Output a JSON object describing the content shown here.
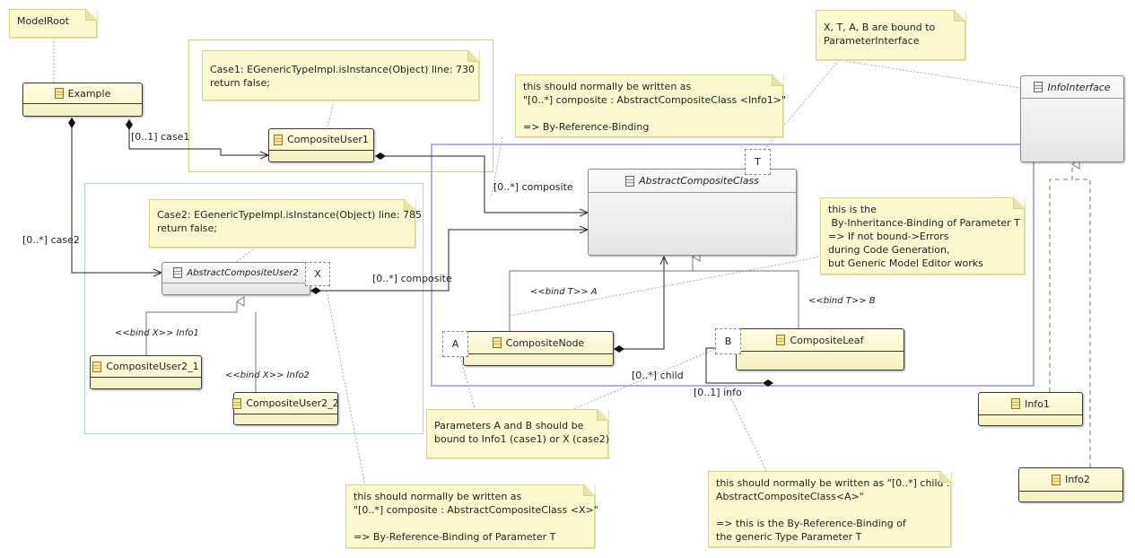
{
  "notes": {
    "model_root": "ModelRoot",
    "case1": "Case1: EGenericTypeImpl.isInstance(Object) line: 730\nreturn false;",
    "case2": "Case2: EGenericTypeImpl.isInstance(Object) line: 785\nreturn false;",
    "ref_binding_info1": "this should normally be written as\n\"[0..*] composite : AbstractCompositeClass <Info1>\"\n\n=> By-Reference-Binding",
    "bound_params": "X, T, A, B are bound to\nParameterInterface",
    "inheritance_binding": "this is the\n By-Inheritance-Binding of Parameter T\n=> If not bound->Errors\nduring Code Generation,\nbut Generic Model Editor works",
    "params_ab": "Parameters A and B should be\nbound to Info1 (case1) or X (case2)",
    "ref_binding_x": "this should normally be written as\n\"[0..*] composite : AbstractCompositeClass <X>\"\n\n=> By-Reference-Binding of Parameter T",
    "child_binding": "this should normally be written as \"[0..*] child :\nAbstractCompositeClass<A>\"\n\n=> this is the By-Reference-Binding of\nthe generic Type Parameter T"
  },
  "classes": {
    "example": "Example",
    "composite_user1": "CompositeUser1",
    "abstract_composite_user2": "AbstractCompositeUser2",
    "composite_user2_1": "CompositeUser2_1",
    "composite_user2_2": "CompositeUser2_2",
    "abstract_composite_class": "AbstractCompositeClass",
    "composite_node": "CompositeNode",
    "composite_leaf": "CompositeLeaf",
    "info_interface": "InfoInterface",
    "info1": "Info1",
    "info2": "Info2"
  },
  "type_params": {
    "x": "X",
    "t": "T",
    "a": "A",
    "b": "B"
  },
  "labels": {
    "case1": "[0..1] case1",
    "case2": "[0..*] case2",
    "composite_top": "[0..*] composite",
    "composite_left": "[0..*] composite",
    "child": "[0..*] child",
    "info": "[0..1] info",
    "bind_x_info1": "<<bind X>> Info1",
    "bind_x_info2": "<<bind X>> Info2",
    "bind_t_a": "<<bind T>> A",
    "bind_t_b": "<<bind T>> B"
  },
  "colors": {
    "frame_green": "#c6d77a",
    "frame_cyan": "#a9d8dc",
    "frame_purple": "#b4b0dd",
    "note_fill": "#fdf9cf"
  }
}
